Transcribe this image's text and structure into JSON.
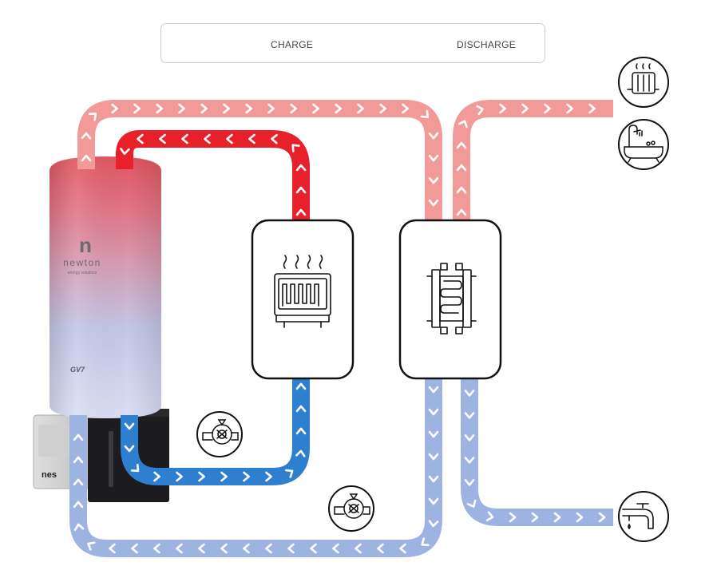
{
  "legend": {
    "charge_label": "CHARGE",
    "discharge_label": "DISCHARGE"
  },
  "colors": {
    "charge_cold": "#1f6fc4",
    "charge_hot": "#e3151c",
    "discharge_cold": "#8ec7ee",
    "discharge_hot": "#f08c88",
    "pipe_charge_hot": "#e8202a",
    "pipe_charge_cold": "#2f7fd0",
    "pipe_discharge_hot": "#f29a98",
    "pipe_discharge_cold": "#9db4e2"
  },
  "tank": {
    "logo_letter": "n",
    "brand": "newton",
    "tagline": "energy solutions",
    "model": "GV7",
    "base_brand": "nes"
  },
  "icons": {
    "heat_source": "electric-heater-icon",
    "heat_exchanger": "plate-heat-exchanger-icon",
    "charge_pump": "pump-icon",
    "discharge_pump": "pump-icon",
    "radiator": "radiator-icon",
    "bathtub": "bathtub-shower-icon",
    "tap": "water-tap-icon"
  }
}
